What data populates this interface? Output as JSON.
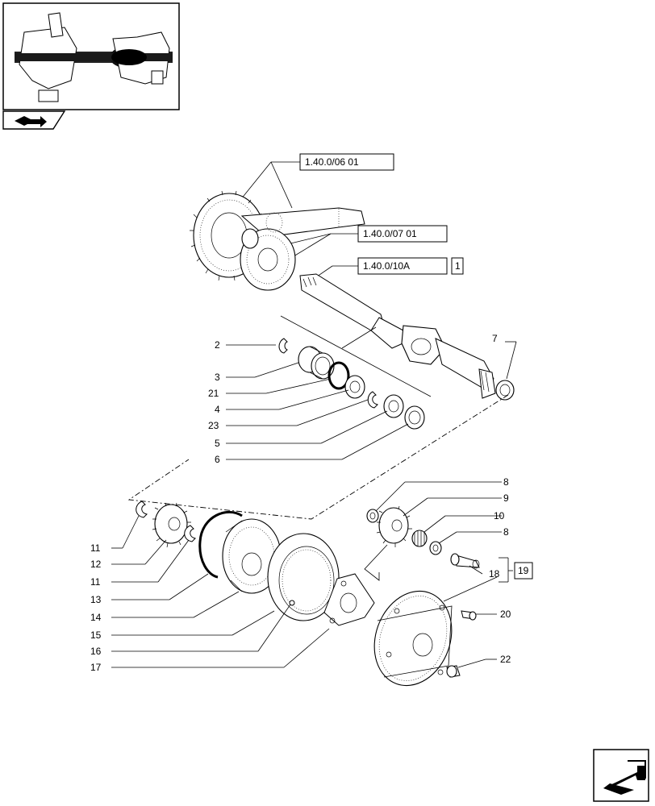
{
  "references": {
    "ref_a": "1.40.0/06 01",
    "ref_b": "1.40.0/07 01",
    "ref_c": "1.40.0/10A",
    "ref_c_box": "1",
    "ref_kit": "19"
  },
  "callouts": {
    "c2": "2",
    "c3": "3",
    "c21": "21",
    "c4": "4",
    "c23": "23",
    "c5": "5",
    "c6": "6",
    "c7": "7",
    "c8a": "8",
    "c9": "9",
    "c10": "10",
    "c8b": "8",
    "c18": "18",
    "c20": "20",
    "c22": "22",
    "c11a": "11",
    "c12": "12",
    "c11b": "11",
    "c13": "13",
    "c14": "14",
    "c15": "15",
    "c16": "16",
    "c17": "17"
  },
  "icons": {
    "thumbnail": "axle-assembly-thumbnail-icon",
    "nav_back": "book-arrow-icon",
    "nav_next": "next-page-arrow-icon"
  }
}
